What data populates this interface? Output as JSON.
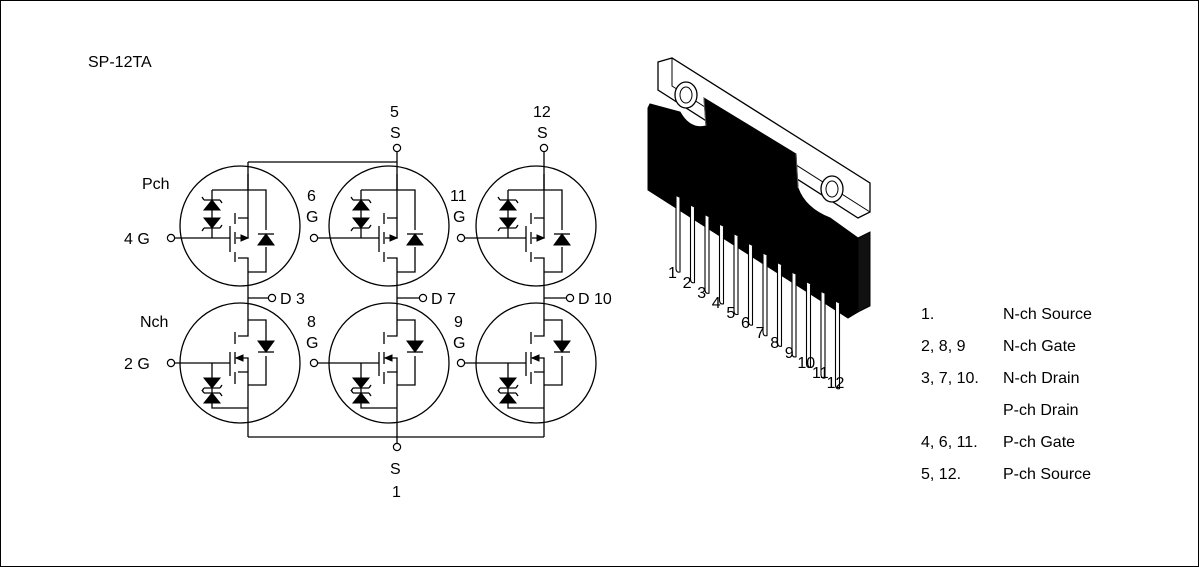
{
  "title": "SP-12TA",
  "circuit": {
    "pch_label": "Pch",
    "nch_label": "Nch",
    "top_terminals": [
      {
        "num": "5",
        "letter": "S"
      },
      {
        "num": "12",
        "letter": "S"
      }
    ],
    "bottom_terminal": {
      "letter": "S",
      "num": "1"
    },
    "gate_left": [
      {
        "text": "4 G"
      },
      {
        "text": "2 G"
      }
    ],
    "gate_mid": [
      {
        "num": "6",
        "letter": "G"
      },
      {
        "num": "11",
        "letter": "G"
      },
      {
        "num": "8",
        "letter": "G"
      },
      {
        "num": "9",
        "letter": "G"
      }
    ],
    "drains": [
      "D 3",
      "D 7",
      "D 10"
    ]
  },
  "package": {
    "pins": [
      "1",
      "2",
      "3",
      "4",
      "5",
      "6",
      "7",
      "8",
      "9",
      "10",
      "11",
      "12"
    ]
  },
  "pin_legend": [
    {
      "pins": "1.",
      "desc": "N-ch Source"
    },
    {
      "pins": "2, 8, 9",
      "desc": "N-ch Gate"
    },
    {
      "pins": "3, 7, 10.",
      "desc": "N-ch Drain"
    },
    {
      "pins": "",
      "desc": "P-ch Drain"
    },
    {
      "pins": "4, 6, 11.",
      "desc": "P-ch Gate"
    },
    {
      "pins": "5, 12.",
      "desc": "P-ch Source"
    }
  ]
}
